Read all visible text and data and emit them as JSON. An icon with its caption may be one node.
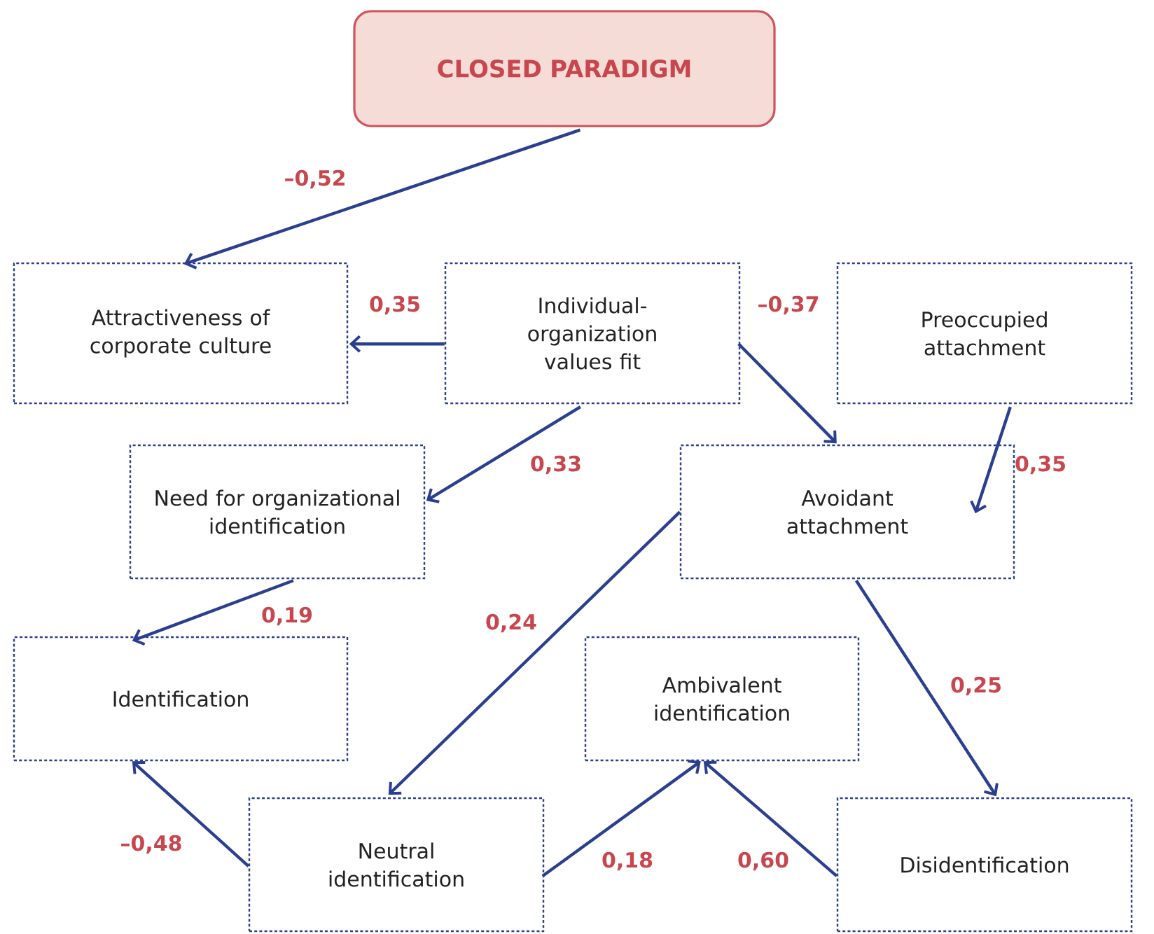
{
  "diagram": {
    "nodes": [
      {
        "text": [
          "CLOSED PARADIGM"
        ]
      },
      {
        "text": [
          "Attractiveness of corporate culture"
        ]
      },
      {
        "text": [
          "Individual-organization values fit"
        ]
      },
      {
        "text": [
          "Preoccupied attachment"
        ]
      },
      {
        "text": [
          "Need for organizational identification"
        ]
      },
      {
        "text": [
          "Avoidant attachment"
        ]
      },
      {
        "text": [
          "Identification"
        ]
      },
      {
        "text": [
          "Ambivalent identification"
        ]
      },
      {
        "text": [
          "Neutral identification"
        ]
      },
      {
        "text": [
          "Disidentification"
        ]
      }
    ],
    "edges": [
      {
        "from": 0,
        "to": 1,
        "arrow": "to",
        "label": "–0,52"
      },
      {
        "from": 2,
        "to": 1,
        "arrow": "to",
        "label": "0,35"
      },
      {
        "from": 2,
        "to": 5,
        "arrow": "to",
        "label": "–0,37"
      },
      {
        "from": 3,
        "to": 5,
        "arrow": "to",
        "label": "0,35"
      },
      {
        "from": 2,
        "to": 4,
        "arrow": "to",
        "label": "0,33"
      },
      {
        "from": 4,
        "to": 6,
        "arrow": "to",
        "label": "0,19"
      },
      {
        "from": 5,
        "to": 8,
        "arrow": "to",
        "label": "0,24"
      },
      {
        "from": 5,
        "to": 9,
        "arrow": "to",
        "label": "0,25"
      },
      {
        "from": 8,
        "to": 6,
        "arrow": "to",
        "label": "–0,48"
      },
      {
        "from": 8,
        "to": 7,
        "arrow": "to",
        "label": "0,18"
      },
      {
        "from": 9,
        "to": 7,
        "arrow": "to",
        "label": "0,60"
      }
    ]
  }
}
